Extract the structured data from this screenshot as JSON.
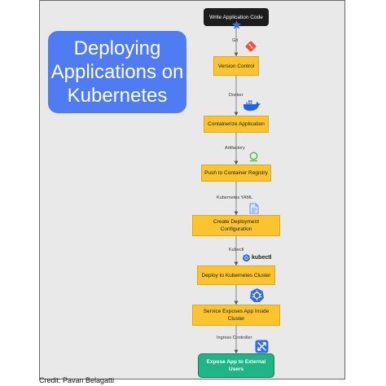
{
  "title_lines": [
    "Deploying",
    "Applications on",
    "Kubernetes"
  ],
  "start": "Write Application Code",
  "steps": [
    {
      "label": "Version Control"
    },
    {
      "label": "Containerize Application"
    },
    {
      "label": "Push to Container Registry"
    },
    {
      "label_line1": "Create Deployment",
      "label_line2": "Configuration"
    },
    {
      "label": "Deploy to Kubernetes Cluster"
    },
    {
      "label_line1": "Service Exposes App Inside",
      "label_line2": "Cluster"
    }
  ],
  "final": {
    "label_line1": "Expose App to External",
    "label_line2": "Users"
  },
  "connectors": [
    "Git",
    "Docker",
    "Artifactory",
    "Kubernetes YAML",
    "Kubectl",
    "Ingress Controller"
  ],
  "kubectl_logo_text": "kubectl",
  "credit": "Credit: Pavan Belagatti",
  "colors": {
    "title_bg": "#4f7cf2",
    "step_bg": "#fbc32d",
    "final_bg": "#1fb587",
    "start_bg": "#1c1c1c"
  },
  "icons": [
    "git-icon",
    "docker-icon",
    "artifactory-icon",
    "yaml-file-icon",
    "kubectl-icon",
    "kubernetes-icon",
    "ingress-icon"
  ]
}
